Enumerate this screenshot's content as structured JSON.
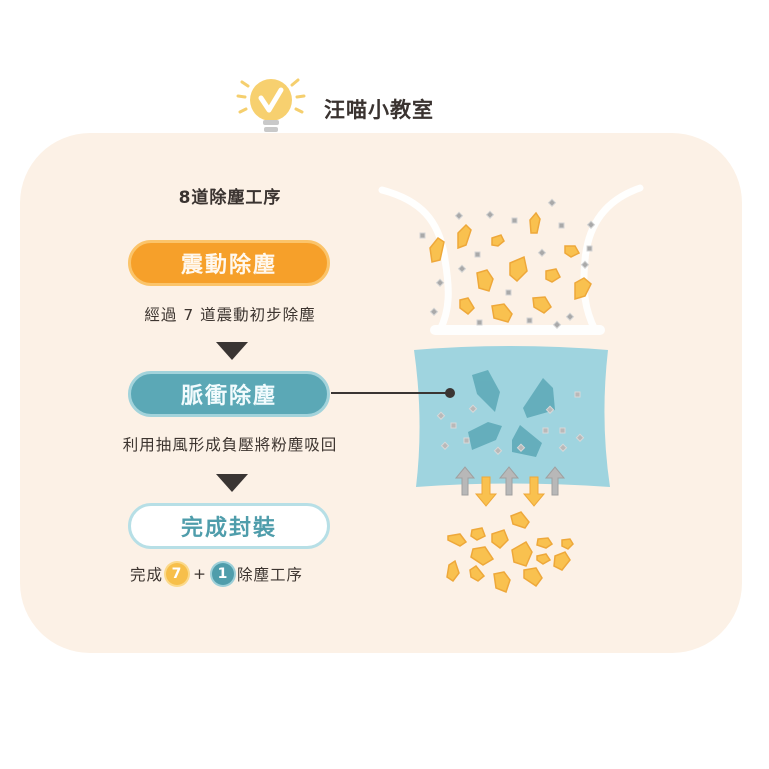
{
  "header": {
    "title": "汪喵小教室",
    "icon": "lightbulb-check-icon"
  },
  "section": {
    "title": "8道除塵工序"
  },
  "steps": [
    {
      "label": "震動除塵",
      "description": "經過 7 道震動初步除塵",
      "color": "#f6a02a"
    },
    {
      "label": "脈衝除塵",
      "description": "利用抽風形成負壓將粉塵吸回",
      "color": "#5ba8b6"
    },
    {
      "label": "完成封裝",
      "color": "#ffffff"
    }
  ],
  "summary": {
    "prefix": "完成",
    "badge1": "7",
    "plus": "+",
    "badge2": "1",
    "suffix": "除塵工序"
  },
  "colors": {
    "panel_bg": "#fcf1e6",
    "orange": "#f6a02a",
    "teal": "#5ba8b6",
    "litter": "#f9c14f",
    "dust": "#a9a9a9",
    "filter": "#9fd4df"
  }
}
